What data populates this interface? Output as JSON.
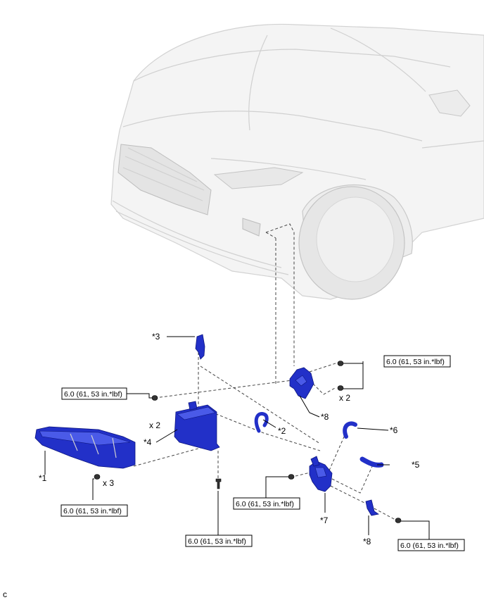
{
  "callouts": {
    "c1": "*1",
    "c2": "*2",
    "c3": "*3",
    "c4": "*4",
    "c5": "*5",
    "c6": "*6",
    "c7": "*7",
    "c8a": "*8",
    "c8b": "*8"
  },
  "torque": {
    "t1": "6.0 (61, 53 in.*lbf)",
    "t2": "6.0 (61, 53 in.*lbf)",
    "t3": "6.0 (61, 53 in.*lbf)",
    "t4": "6.0 (61, 53 in.*lbf)",
    "t5": "6.0 (61, 53 in.*lbf)",
    "t6": "6.0 (61, 53 in.*lbf)"
  },
  "quantity": {
    "q1": "x 2",
    "q2": "x 2",
    "q3": "x 3"
  },
  "corner_mark": "c",
  "colors": {
    "part_blue": "#2230c8",
    "vehicle_gray": "#f4f4f4"
  }
}
